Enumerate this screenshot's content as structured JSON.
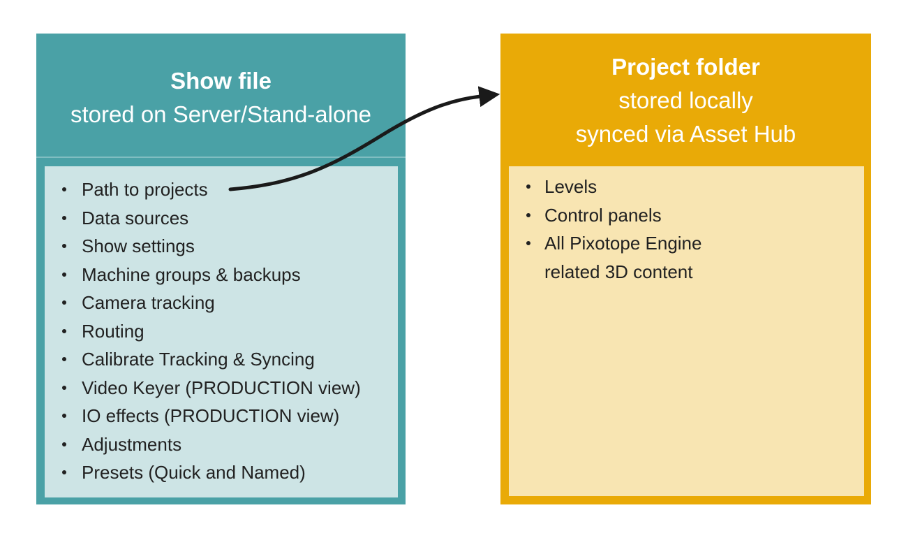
{
  "colors": {
    "teal": "#4AA1A6",
    "teal_light": "#CDE4E5",
    "orange": "#E9AA07",
    "cream": "#F8E5B2",
    "text_dark": "#212121",
    "arrow": "#1A1A1A",
    "page_bg": "#FFFFFF"
  },
  "show_file_box": {
    "title": "Show file",
    "subtitle": "stored on Server/Stand-alone",
    "items": [
      "Path to projects",
      "Data sources",
      "Show settings",
      "Machine groups & backups",
      "Camera tracking",
      "Routing",
      "Calibrate Tracking & Syncing",
      "Video Keyer (PRODUCTION view)",
      "IO effects (PRODUCTION view)",
      "Adjustments",
      "Presets (Quick and Named)"
    ]
  },
  "project_folder_box": {
    "title": "Project folder",
    "subtitle_line1": "stored locally",
    "subtitle_line2": "synced via Asset Hub",
    "items": [
      "Levels",
      "Control panels",
      "All Pixotope Engine related 3D content"
    ]
  },
  "arrow": {
    "from_label": "Path to projects",
    "to_label": "Project folder"
  }
}
